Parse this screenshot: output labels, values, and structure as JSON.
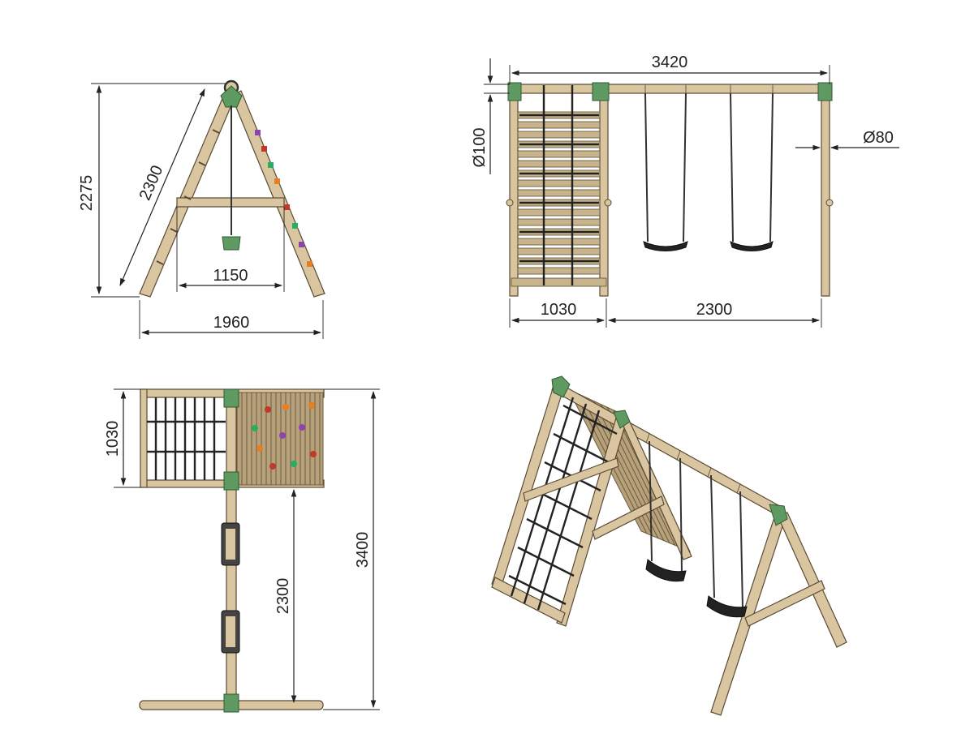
{
  "dimensions": {
    "side_view": {
      "height": "2275",
      "leg_length": "2300",
      "inner_span": "1150",
      "base_width": "1960"
    },
    "front_view": {
      "total_length": "3420",
      "beam_diameter": "Ø100",
      "post_diameter": "Ø80",
      "climber_width": "1030",
      "swing_span": "2300"
    },
    "top_view": {
      "climber_depth": "1030",
      "swing_span": "2300",
      "total_length": "3400"
    }
  },
  "colors": {
    "timber": "#d9c6a0",
    "timber_outline": "#5a4a33",
    "plank": "#c8b48c",
    "bracket": "#5f9a62",
    "rope": "#222222",
    "climbing_holds": [
      "#c0392b",
      "#e67e22",
      "#27ae60",
      "#8e44ad"
    ]
  }
}
